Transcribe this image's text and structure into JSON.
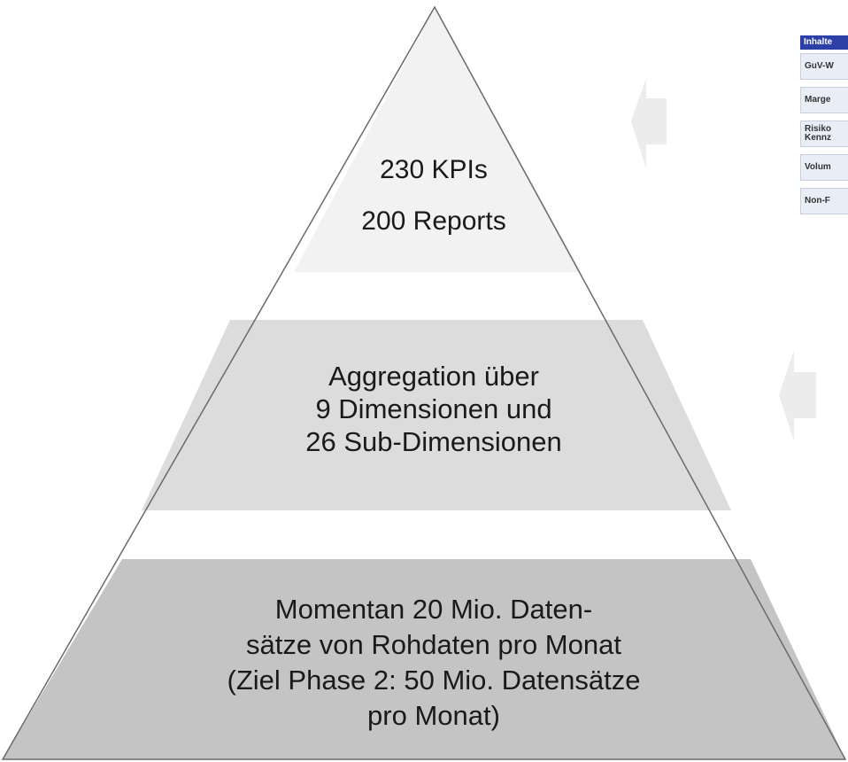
{
  "pyramid": {
    "tier1": {
      "line1": "230 KPIs",
      "line2": "200 Reports"
    },
    "tier2": {
      "line1": "Aggregation über",
      "line2": "9 Dimensionen und",
      "line3": "26 Sub-Dimensionen"
    },
    "tier3": {
      "line1": "Momentan 20 Mio. Daten-",
      "line2": "sätze von Rohdaten pro Monat",
      "line3": "(Ziel Phase 2: 50 Mio. Datensätze",
      "line4": "pro Monat)"
    }
  },
  "side_table": {
    "header": "Inhalte",
    "rows": [
      "GuV-W",
      "Marge",
      "Risiko Kennz",
      "Volum",
      "Non-F"
    ]
  },
  "colors": {
    "tier1_fill": "#f2f2f2",
    "tier2_fill": "#dcdcdc",
    "tier3_fill": "#c4c4c4",
    "outline": "#6a6a6a",
    "arrow": "#ececec",
    "table_header": "#2b3fa6"
  }
}
